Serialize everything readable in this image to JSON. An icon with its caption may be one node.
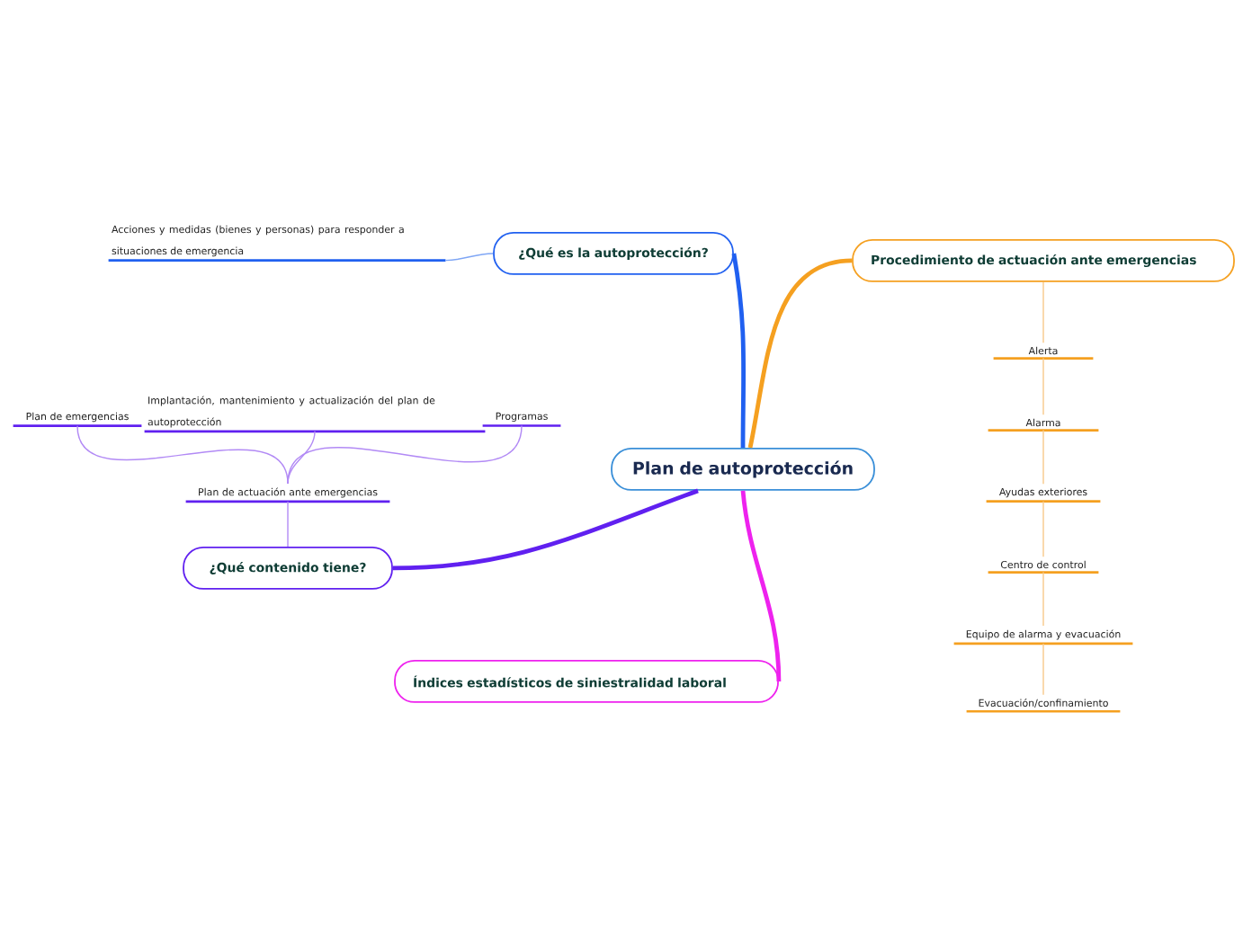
{
  "diagram": {
    "nodes": [
      {
        "text": [
          "Plan de autoprotección"
        ]
      },
      {
        "text": [
          "¿Qué es la autoprotección?"
        ]
      },
      {
        "text": [
          "Acciones y medidas (bienes y personas) para responder a situaciones de emergencia"
        ]
      },
      {
        "text": [
          "Procedimiento de actuación ante emergencias"
        ]
      },
      {
        "text": [
          "Alerta"
        ]
      },
      {
        "text": [
          "Alarma"
        ]
      },
      {
        "text": [
          "Ayudas exteriores"
        ]
      },
      {
        "text": [
          "Centro de control"
        ]
      },
      {
        "text": [
          "Equipo de alarma y evacuación"
        ]
      },
      {
        "text": [
          "Evacuación/confinamiento"
        ]
      },
      {
        "text": [
          "¿Qué contenido tiene?"
        ]
      },
      {
        "text": [
          "Plan de actuación ante emergencias"
        ]
      },
      {
        "text": [
          "Plan de emergencias"
        ]
      },
      {
        "text": [
          "Implantación, mantenimiento y actualización del plan de autoprotección"
        ]
      },
      {
        "text": [
          "Programas"
        ]
      },
      {
        "text": [
          "Índices estadísticos de siniestralidad laboral"
        ]
      }
    ],
    "edges": [
      {
        "from": 0,
        "to": 1,
        "arrow": "none",
        "style": "thick",
        "color": "#2060f0"
      },
      {
        "from": 1,
        "to": 2,
        "arrow": "none",
        "color": "#7fa6f5"
      },
      {
        "from": 0,
        "to": 3,
        "arrow": "none",
        "style": "thick",
        "color": "#f5a020"
      },
      {
        "from": 3,
        "to": 4,
        "arrow": "none",
        "color": "#f8c98a"
      },
      {
        "from": 4,
        "to": 5,
        "arrow": "none",
        "color": "#f8c98a"
      },
      {
        "from": 5,
        "to": 6,
        "arrow": "none",
        "color": "#f8c98a"
      },
      {
        "from": 6,
        "to": 7,
        "arrow": "none",
        "color": "#f8c98a"
      },
      {
        "from": 7,
        "to": 8,
        "arrow": "none",
        "color": "#f8c98a"
      },
      {
        "from": 8,
        "to": 9,
        "arrow": "none",
        "color": "#f8c98a"
      },
      {
        "from": 0,
        "to": 10,
        "arrow": "none",
        "style": "thick",
        "color": "#6020f0"
      },
      {
        "from": 10,
        "to": 11,
        "arrow": "none",
        "color": "#b28af5"
      },
      {
        "from": 11,
        "to": 12,
        "arrow": "none",
        "color": "#b28af5"
      },
      {
        "from": 11,
        "to": 13,
        "arrow": "none",
        "color": "#b28af5"
      },
      {
        "from": 11,
        "to": 14,
        "arrow": "none",
        "color": "#b28af5"
      },
      {
        "from": 0,
        "to": 15,
        "arrow": "none",
        "style": "thick",
        "color": "#ee22ee"
      }
    ]
  }
}
